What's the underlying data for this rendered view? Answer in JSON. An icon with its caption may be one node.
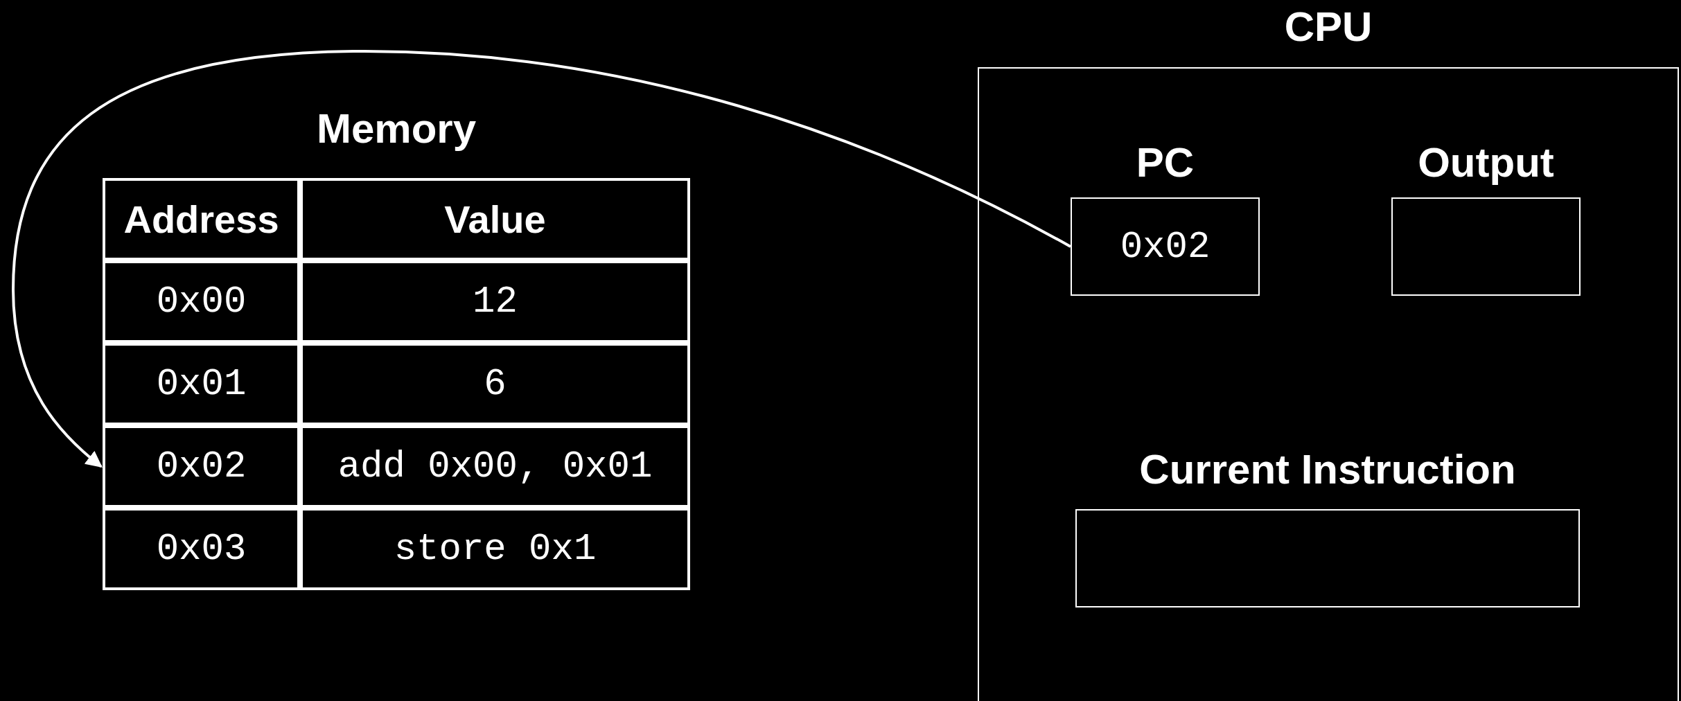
{
  "diagram": {
    "nodes": [
      {
        "text": [
          "Memory"
        ]
      },
      {
        "text": [
          "Address",
          "Value"
        ],
        "in": 0
      },
      {
        "text": [
          "0x00",
          "12"
        ],
        "in": 0
      },
      {
        "text": [
          "0x01",
          "6"
        ],
        "in": 0
      },
      {
        "text": [
          "0x02",
          "add 0x00, 0x01"
        ],
        "in": 0
      },
      {
        "text": [
          "0x03",
          "store 0x1"
        ],
        "in": 0
      },
      {
        "text": [
          "CPU"
        ]
      },
      {
        "text": [
          "PC",
          "0x02"
        ],
        "in": 6
      },
      {
        "text": [
          "Output"
        ],
        "in": 6
      },
      {
        "text": [
          "Current Instruction"
        ],
        "in": 6
      }
    ],
    "edges": [
      {
        "from": 7,
        "to": 4,
        "arrow": "to"
      }
    ]
  }
}
